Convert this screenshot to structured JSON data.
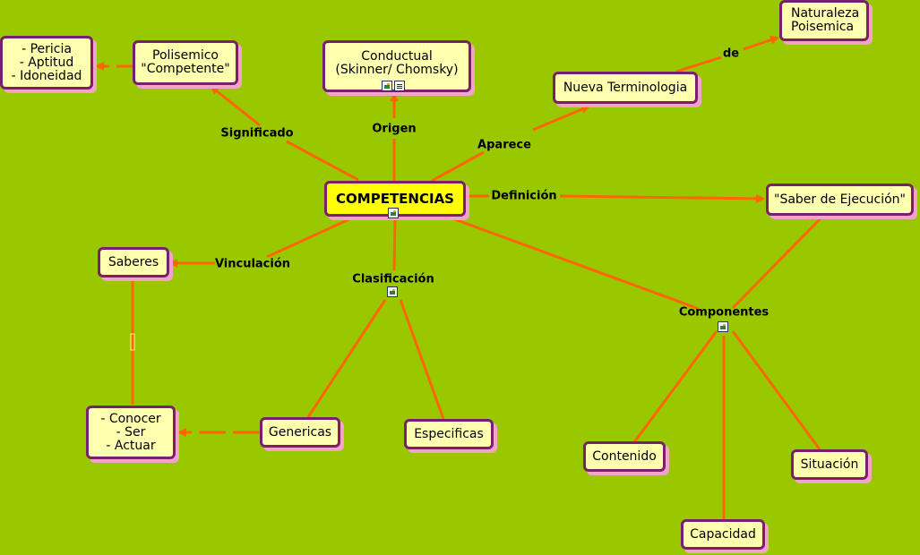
{
  "nodes": {
    "competencias": "COMPETENCIAS",
    "polisemico": [
      "Polisemico",
      "\"Competente\""
    ],
    "pericia": [
      "- Pericia",
      "- Aptitud",
      "- Idoneidad"
    ],
    "conductual": [
      "Conductual",
      "(Skinner/ Chomsky)"
    ],
    "nueva_terminologia": "Nueva Terminologia",
    "naturaleza": [
      "Naturaleza",
      "Poisemica"
    ],
    "saber_ejecucion": "\"Saber de Ejecución\"",
    "saberes": "Saberes",
    "conocer": [
      "- Conocer",
      "- Ser",
      "- Actuar"
    ],
    "genericas": "Genericas",
    "especificas": "Especificas",
    "contenido": "Contenido",
    "situacion": "Situación",
    "capacidad": "Capacidad"
  },
  "links": {
    "significado": "Significado",
    "origen": "Origen",
    "aparece": "Aparece",
    "de": "de",
    "definicion": "Definición",
    "vinculacion": "Vinculación",
    "clasificacion": "Clasificación",
    "componentes": "Componentes"
  },
  "colors": {
    "background": "#99c800",
    "line": "#ff6600",
    "node_fill": "#ffffb0",
    "root_fill": "#ffff00",
    "border": "#7a1f6b"
  }
}
